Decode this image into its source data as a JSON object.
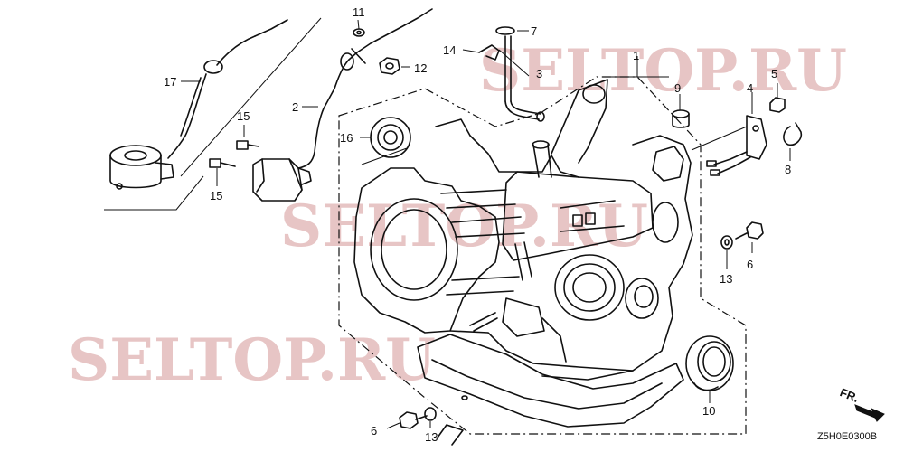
{
  "watermarks": [
    "SELTOP.RU",
    "SELTOP.RU",
    "SELTOP.RU"
  ],
  "callouts": {
    "c1": "1",
    "c2": "2",
    "c3": "3",
    "c4": "4",
    "c5": "5",
    "c6a": "6",
    "c6b": "6",
    "c7": "7",
    "c8": "8",
    "c9": "9",
    "c10": "10",
    "c11": "11",
    "c12": "12",
    "c13": "13",
    "c14": "14",
    "c15a": "15",
    "c15b": "15",
    "c16": "16",
    "c17": "17"
  },
  "direction_label": "FR.",
  "drawing_code": "Z5H0E0300B"
}
